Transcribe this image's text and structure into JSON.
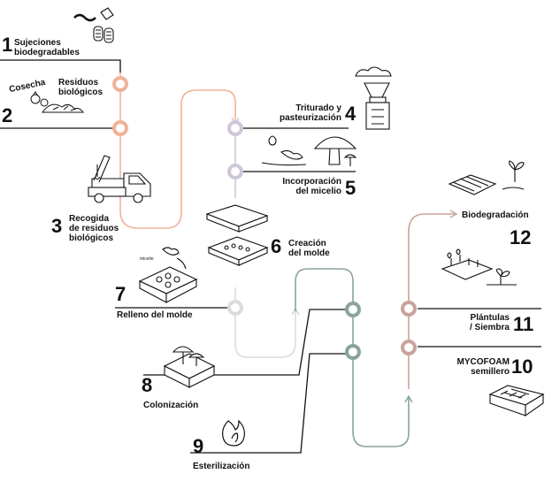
{
  "steps": [
    {
      "number": "1",
      "label": "Sujeciones\nbiodegradables"
    },
    {
      "number": "2",
      "label": "Residuos\nbiológicos",
      "side_label": "Cosecha"
    },
    {
      "number": "3",
      "label": "Recogida\nde residuos\nbiológicos"
    },
    {
      "number": "4",
      "label": "Triturado y\npasteurización"
    },
    {
      "number": "5",
      "label": "Incorporación\ndel micelio"
    },
    {
      "number": "6",
      "label": "Creación\ndel molde"
    },
    {
      "number": "7",
      "label": "Relleno del molde",
      "tag": "micelio"
    },
    {
      "number": "8",
      "label": "Colonización"
    },
    {
      "number": "9",
      "label": "Esterilización"
    },
    {
      "number": "10",
      "label": "MYCOFOAM\nsemillero"
    },
    {
      "number": "11",
      "label": "Plántulas\n/ Siembra"
    },
    {
      "number": "12",
      "label": "Biodegradación"
    }
  ],
  "colors": {
    "orange": "#f0b398",
    "orange_fill": "#fbe7dd",
    "lavender": "#cfc7d8",
    "lavender_fill": "#ece8f0",
    "gray": "#dddddd",
    "green": "#8aa596",
    "green_fill": "#dde6e0",
    "rose": "#c9a39b",
    "rose_fill": "#f1e3df",
    "ink": "#111111"
  },
  "icons": [
    "biodegradable-clips-icon",
    "harvest-tomato-icon",
    "waste-pile-icon",
    "crane-truck-icon",
    "shredder-machine-icon",
    "mushroom-mycelium-icon",
    "mold-box-icon",
    "filled-mold-icon",
    "mushroom-tray-icon",
    "flame-icon",
    "seedling-tray-icon",
    "seedling-sprout-icon",
    "pallet-sprout-icon"
  ]
}
